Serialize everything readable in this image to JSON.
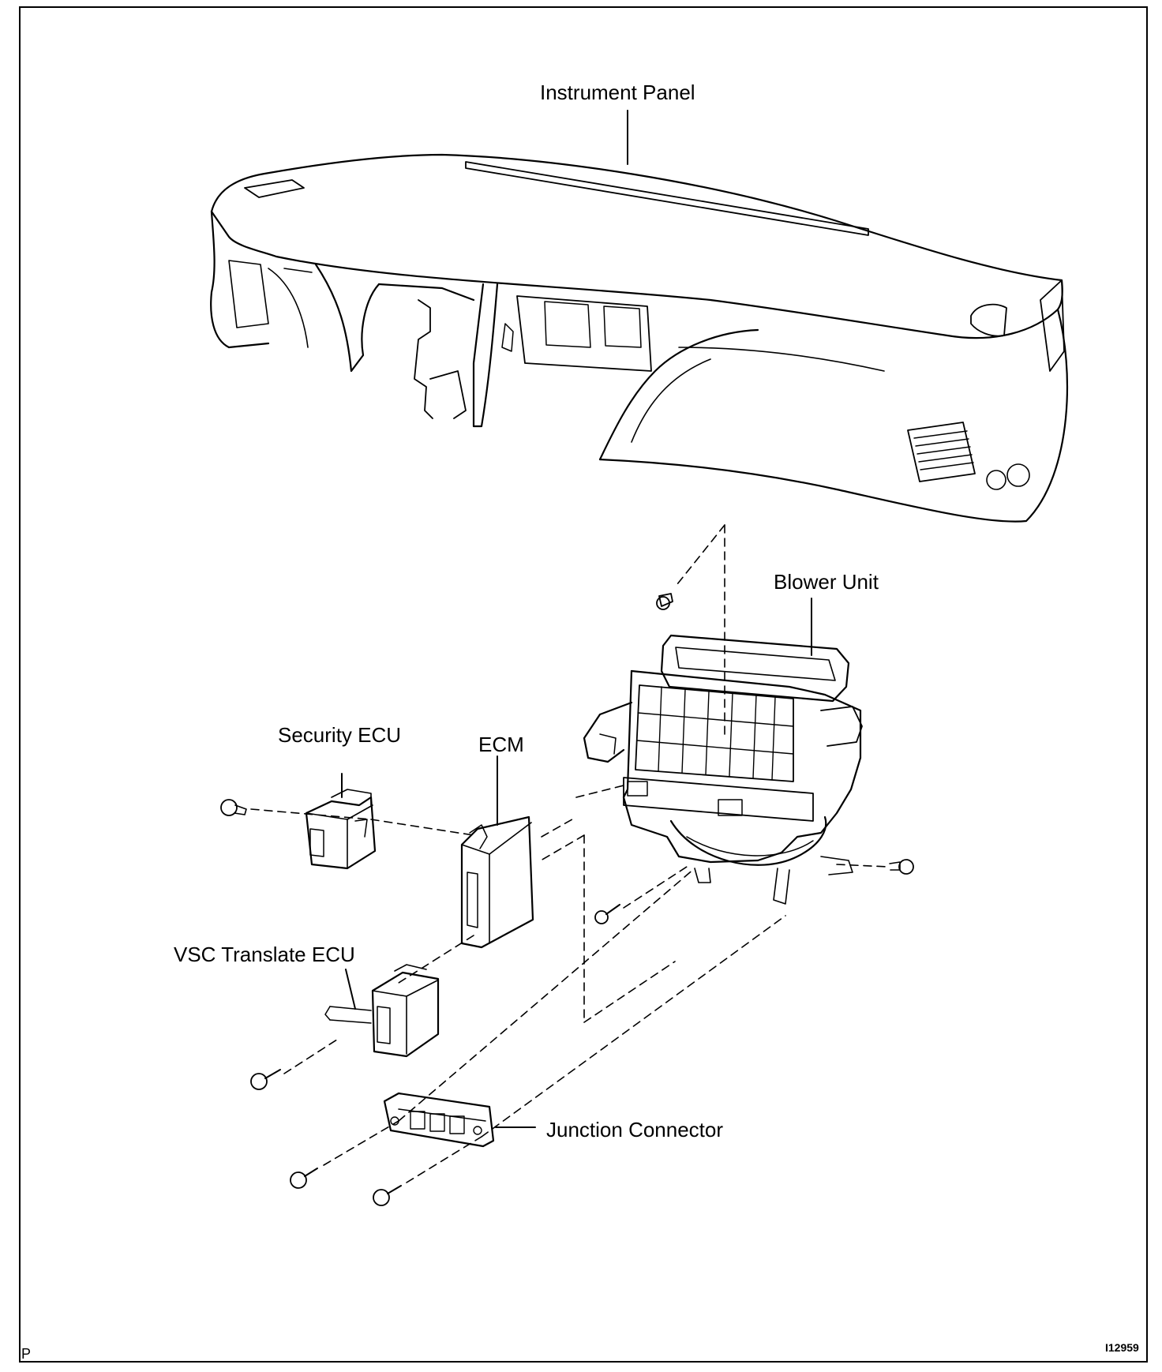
{
  "labels": {
    "instrument_panel": "Instrument Panel",
    "blower_unit": "Blower Unit",
    "security_ecu": "Security ECU",
    "ecm": "ECM",
    "vsc_translate_ecu": "VSC Translate ECU",
    "junction_connector": "Junction Connector"
  },
  "corner": {
    "left_mark": "P",
    "figure_id": "I12959"
  },
  "colors": {
    "line": "#000000",
    "background": "#ffffff"
  }
}
